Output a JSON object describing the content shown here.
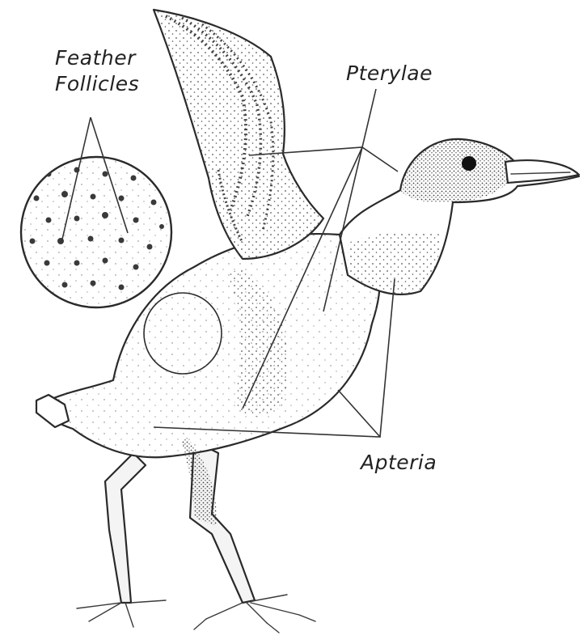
{
  "labels": {
    "feather_follicles_line1": "Feather",
    "feather_follicles_line2": "Follicles",
    "pterylae": "Pterylae",
    "apteria": "Apteria"
  },
  "colors": {
    "ink": "#2a2a2a",
    "stipple": "#555555",
    "background": "#ffffff"
  }
}
